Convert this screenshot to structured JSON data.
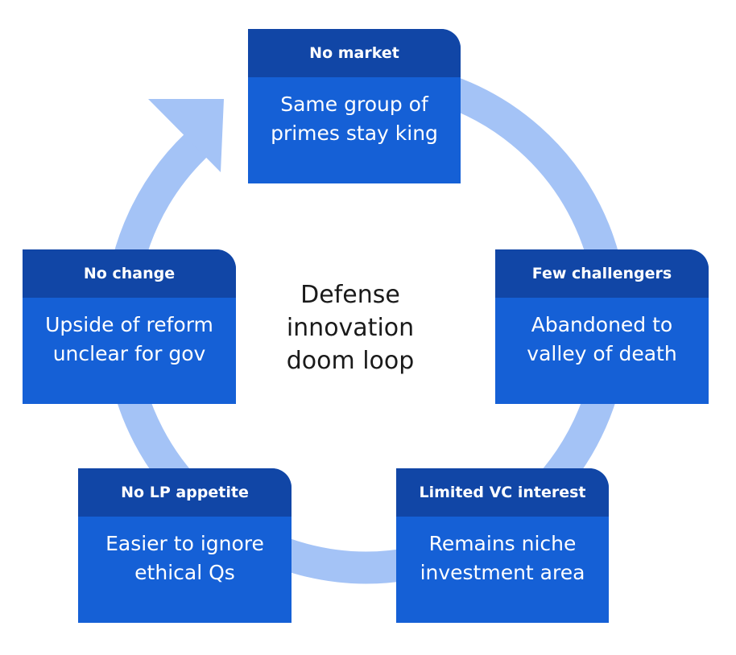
{
  "colors": {
    "ring": "#a4c3f6",
    "card_body": "#1560d6",
    "card_header": "#1146a6",
    "text_on_card": "#ffffff",
    "center_text": "#1a1a1a"
  },
  "center": {
    "line1": "Defense",
    "line2": "innovation",
    "line3": "doom loop"
  },
  "cards": {
    "no_market": {
      "title": "No market",
      "line1": "Same group of",
      "line2": "primes stay king"
    },
    "few_challengers": {
      "title": "Few challengers",
      "line1": "Abandoned to",
      "line2": "valley of death"
    },
    "limited_vc": {
      "title": "Limited VC interest",
      "line1": "Remains niche",
      "line2": "investment area"
    },
    "no_lp": {
      "title": "No LP appetite",
      "line1": "Easier to ignore",
      "line2": "ethical Qs"
    },
    "no_change": {
      "title": "No change",
      "line1": "Upside of reform",
      "line2": "unclear for gov"
    }
  }
}
